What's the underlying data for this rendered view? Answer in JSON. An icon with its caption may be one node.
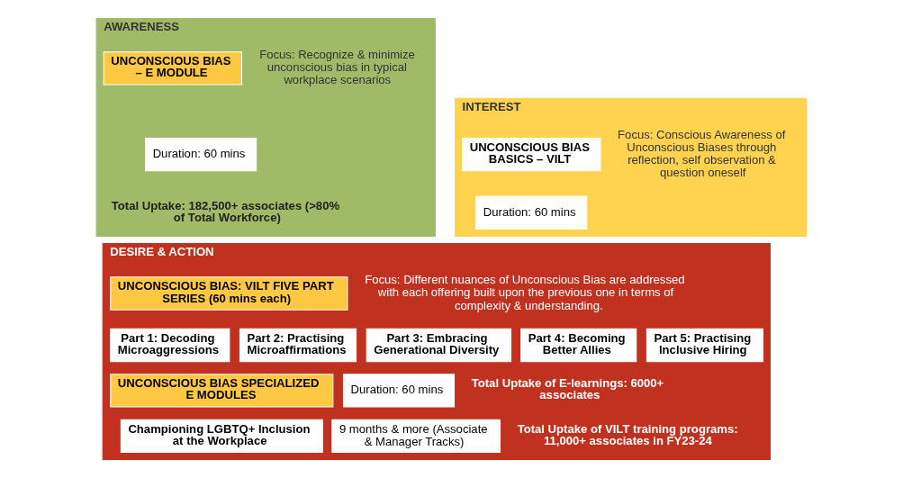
{
  "diagram": {
    "nodes": [
      {
        "text": [
          "AWARENESS"
        ]
      },
      {
        "text": [
          "UNCONSCIOUS BIAS – E MODULE"
        ],
        "in": 0
      },
      {
        "text": [
          "Duration: 60 mins"
        ],
        "in": 0
      },
      {
        "text": [
          "INTEREST"
        ]
      },
      {
        "text": [
          "UNCONSCIOUS BIAS BASICS – VILT"
        ],
        "in": 3
      },
      {
        "text": [
          "Duration: 60 mins"
        ],
        "in": 3
      },
      {
        "text": [
          "DESIRE & ACTION"
        ]
      },
      {
        "text": [
          "UNCONSCIOUS BIAS: VILT FIVE PART SERIES (60 mins each)"
        ],
        "in": 6
      },
      {
        "text": [
          "Part 1: Decoding Microaggressions"
        ],
        "in": 6
      },
      {
        "text": [
          "Part 2: Practising Microaffirmations"
        ],
        "in": 6
      },
      {
        "text": [
          "Part 3: Embracing Generational Diversity"
        ],
        "in": 6
      },
      {
        "text": [
          "Part 4: Becoming Better Allies"
        ],
        "in": 6
      },
      {
        "text": [
          "Part 5: Practising Inclusive Hiring"
        ],
        "in": 6
      },
      {
        "text": [
          "UNCONSCIOUS BIAS SPECIALIZED E MODULES"
        ],
        "in": 6
      },
      {
        "text": [
          "Duration: 60 mins"
        ],
        "in": 6
      },
      {
        "text": [
          "Championing LGBTQ+ Inclusion at the Workplace"
        ],
        "in": 6
      },
      {
        "text": [
          "9 months & more (Associate & Manager Tracks)"
        ],
        "in": 6
      }
    ],
    "edges": [],
    "labels": [
      "Focus: Recognize & minimize unconscious bias in typical workplace scenarios",
      "Total Uptake: 182,500+ associates (>80% of Total Workforce)",
      "Focus: Conscious Awareness of Unconscious Biases through reflection, self observation & question oneself",
      "Focus: Different nuances of Unconscious Bias are addressed with each offering built upon the previous one in terms of complexity & understanding.",
      "Total Uptake of E-learnings: 6000+ associates",
      "Total Uptake of VILT training programs: 11,000+ associates in FY23-24"
    ]
  }
}
